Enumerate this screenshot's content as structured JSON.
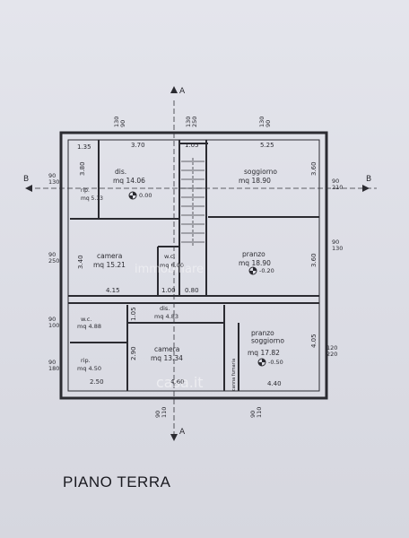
{
  "title": "PIANO TERRA",
  "section_marks": [
    "A",
    "A",
    "B",
    "B"
  ],
  "watermarks": [
    "immobiliare",
    "casa.it"
  ],
  "rooms": [
    {
      "id": "dis1",
      "name": "dis.",
      "area": "mq  14.06"
    },
    {
      "id": "soggiorno",
      "name": "soggiorno",
      "area": "mq  18.90"
    },
    {
      "id": "rip1",
      "name": "rip.",
      "area": "mq  5.13"
    },
    {
      "id": "camera1",
      "name": "camera",
      "area": "mq  15.21"
    },
    {
      "id": "wc1",
      "name": "w.c.",
      "area": "mq  6.00"
    },
    {
      "id": "pranzo",
      "name": "pranzo",
      "area": "mq  18.90"
    },
    {
      "id": "wc2",
      "name": "w.c.",
      "area": "mq  4.88"
    },
    {
      "id": "dis2",
      "name": "dis.",
      "area": "mq  4.83"
    },
    {
      "id": "rip2",
      "name": "rip.",
      "area": "mq  4.50"
    },
    {
      "id": "camera2",
      "name": "camera",
      "area": "mq  13.34"
    },
    {
      "id": "pranzo_sogg",
      "name": "pranzo\nsoggiorno",
      "area": "mq  17.82"
    },
    {
      "id": "canna",
      "name": "canna fumaria",
      "area": ""
    }
  ],
  "levels": [
    "0.00",
    "-0.20",
    "-0.50"
  ],
  "dims": [
    "1.35",
    "3.70",
    "1.05",
    "5.25",
    "3.80",
    "3.60",
    "3.40",
    "3.60",
    "4.15",
    "1.00",
    "0.80",
    "1.05",
    "2.90",
    "4.05",
    "2.50",
    "4.60",
    "4.40"
  ],
  "windows": [
    "90\n130",
    "90\n210",
    "90\n250",
    "90\n130",
    "90\n100",
    "90\n180",
    "120\n220",
    "130\n90",
    "130\n250",
    "130\n90",
    "90\n110",
    "90\n110"
  ]
}
